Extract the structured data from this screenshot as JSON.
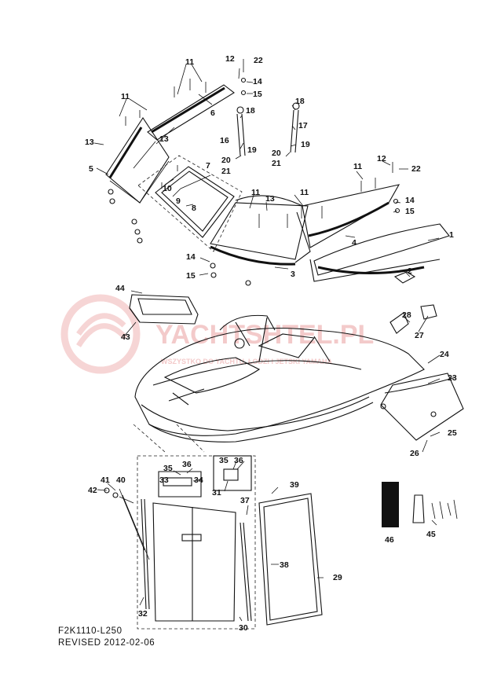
{
  "diagram": {
    "code": "F2K1110-L250",
    "revised": "REVISED 2012-02-06",
    "watermark": "YACHTSHTEL.PL",
    "watermark_sub": "WSZYSTKO DO YACHTU, ŁODZI I JETSKI YAMAHA",
    "part_numbers": [
      "1",
      "2",
      "3",
      "4",
      "5",
      "6",
      "7",
      "8",
      "9",
      "10",
      "11",
      "12",
      "13",
      "14",
      "15",
      "16",
      "17",
      "18",
      "19",
      "20",
      "21",
      "22",
      "23",
      "24",
      "25",
      "26",
      "27",
      "28",
      "29",
      "30",
      "31",
      "32",
      "33",
      "34",
      "35",
      "36",
      "37",
      "38",
      "39",
      "40",
      "41",
      "42",
      "43",
      "44",
      "45",
      "46"
    ]
  },
  "colors": {
    "line": "#111111",
    "watermark": "#f3caca",
    "background": "#ffffff"
  },
  "icons": {
    "watermark_logo": "stylized-boat-circle-icon"
  }
}
